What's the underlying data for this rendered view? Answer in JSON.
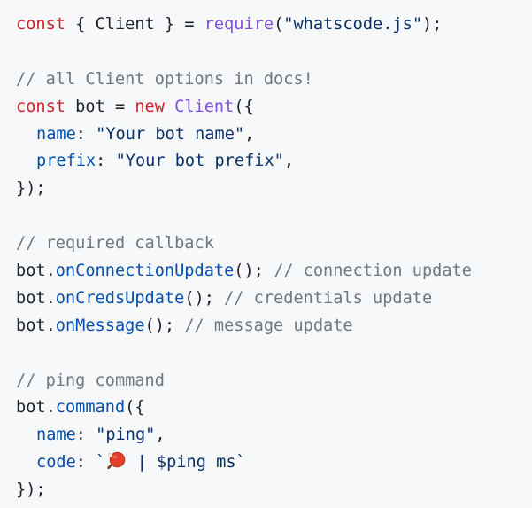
{
  "colors": {
    "background": "#f6f8fa",
    "keyword": "#cf222e",
    "function": "#8250df",
    "string": "#0a3069",
    "property": "#0550ae",
    "comment": "#6e7781",
    "plain": "#1f2328"
  },
  "code": {
    "l1": {
      "kw": "const",
      "p1": " { Client } = ",
      "fn": "require",
      "p2": "(",
      "str": "\"whatscode.js\"",
      "p3": ");"
    },
    "l3": {
      "com": "// all Client options in docs!"
    },
    "l4": {
      "kw1": "const",
      "p1": " bot = ",
      "kw2": "new",
      "p2": " ",
      "fn": "Client",
      "p3": "({"
    },
    "l5": {
      "prop": "name",
      "p1": ": ",
      "str": "\"Your bot name\"",
      "p2": ","
    },
    "l6": {
      "prop": "prefix",
      "p1": ": ",
      "str": "\"Your bot prefix\"",
      "p2": ","
    },
    "l7": {
      "p1": "});"
    },
    "l9": {
      "com": "// required callback"
    },
    "l10": {
      "obj": "bot.",
      "fn": "onConnectionUpdate",
      "p1": "(); ",
      "com": "// connection update"
    },
    "l11": {
      "obj": "bot.",
      "fn": "onCredsUpdate",
      "p1": "(); ",
      "com": "// credentials update"
    },
    "l12": {
      "obj": "bot.",
      "fn": "onMessage",
      "p1": "(); ",
      "com": "// message update"
    },
    "l14": {
      "com": "// ping command"
    },
    "l15": {
      "obj": "bot.",
      "fn": "command",
      "p1": "({"
    },
    "l16": {
      "prop": "name",
      "p1": ": ",
      "str": "\"ping\"",
      "p2": ","
    },
    "l17": {
      "prop": "code",
      "p1": ": ",
      "str1": "`",
      "emoji": "ping-pong-paddle-icon",
      "str2": " | $ping ms`"
    },
    "l18": {
      "p1": "});"
    }
  }
}
